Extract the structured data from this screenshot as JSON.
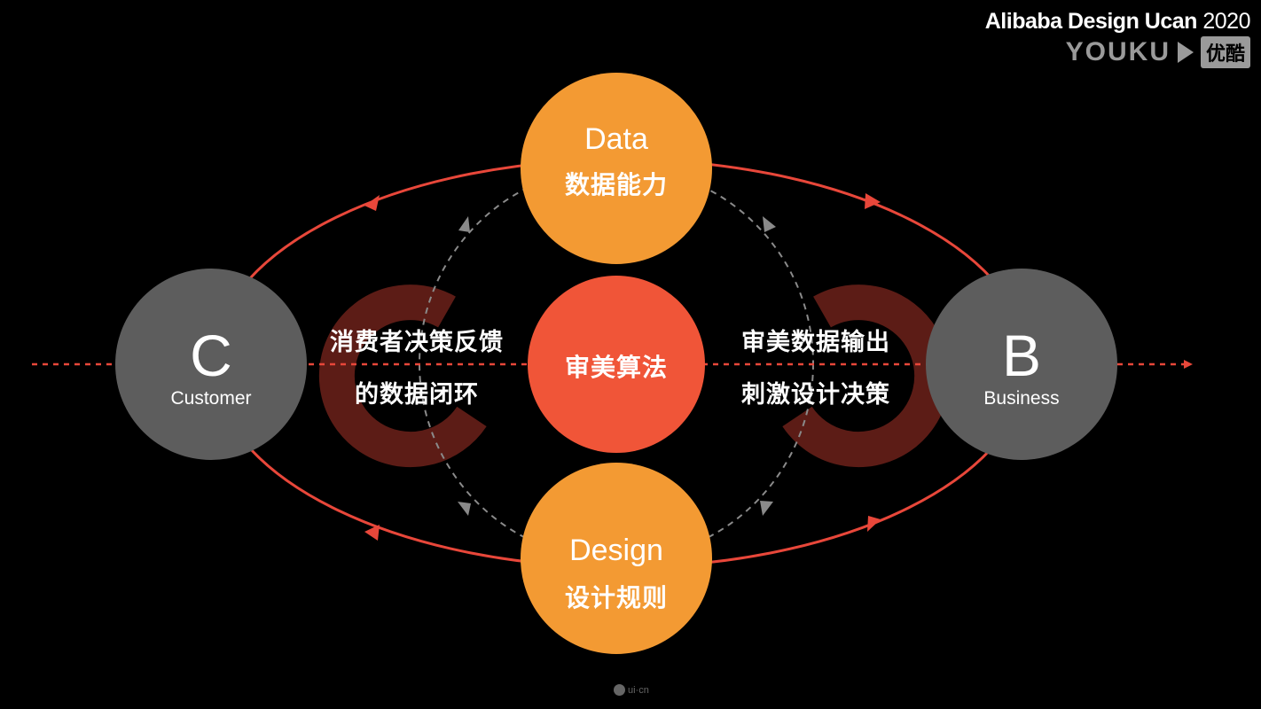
{
  "branding": {
    "event_name": "Alibaba Design Ucan",
    "event_year": "2020",
    "watermark_text": "YOUKU",
    "watermark_cn": "优酷"
  },
  "nodes": {
    "customer": {
      "letter": "C",
      "label": "Customer",
      "color": "#5d5d5d"
    },
    "business": {
      "letter": "B",
      "label": "Business",
      "color": "#5d5d5d"
    },
    "data": {
      "title": "Data",
      "subtitle": "数据能力",
      "color": "#f39a33"
    },
    "design": {
      "title": "Design",
      "subtitle": "设计规则",
      "color": "#f39a33"
    },
    "center": {
      "label": "审美算法",
      "color": "#f05538"
    }
  },
  "captions": {
    "left_line1": "消费者决策反馈",
    "left_line2": "的数据闭环",
    "right_line1": "审美数据输出",
    "right_line2": "刺激设计决策"
  },
  "colors": {
    "flow_red": "#e8473a",
    "dashed_gray": "#8a8a8a",
    "arc_dark_red": "#5c1c16"
  },
  "footer": {
    "site_mark": "ui·cn"
  }
}
